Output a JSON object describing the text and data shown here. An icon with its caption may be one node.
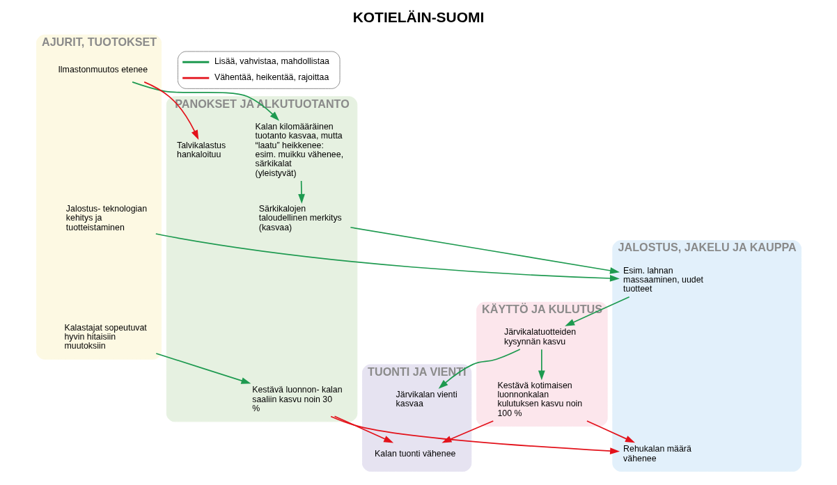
{
  "diagram": {
    "title": "KOTIELÄIN-SUOMI",
    "nodes": [
      {
        "text": [
          "AJURIT, TUOTOKSET"
        ]
      },
      {
        "text": [
          "Ilmastonmuutos etenee"
        ],
        "in": 0
      },
      {
        "text": [
          "Jalostus- teknologian kehitys ja tuotteistaminen"
        ],
        "in": 0
      },
      {
        "text": [
          "Kalastajat sopeutuvat hyvin hitaisiin muutoksiin"
        ],
        "in": 0
      },
      {
        "text": [
          "PANOKSET JA ALKUTUOTANTO"
        ]
      },
      {
        "text": [
          "Kalan kilomääräinen tuotanto kasvaa, mutta “laatu” heikkenee: esim. muikku vähenee, särkikalat (yleistyvät)"
        ],
        "in": 4
      },
      {
        "text": [
          "Särkikalojen taloudellinen merkitys (kasvaa)"
        ],
        "in": 4
      },
      {
        "text": [
          "Talvikalastus hankaloituu"
        ],
        "in": 4
      },
      {
        "text": [
          "Kestävä luonnon- kalan saaliin kasvu noin 30 %"
        ],
        "in": 4
      },
      {
        "text": [
          "JALOSTUS, JAKELU JA KAUPPA"
        ]
      },
      {
        "text": [
          "Esim. lahnan massaaminen, uudet tuotteet"
        ],
        "in": 9
      },
      {
        "text": [
          "Rehukalan määrä vähenee"
        ],
        "in": 9
      },
      {
        "text": [
          "KÄYTTÖ JA KULUTUS"
        ]
      },
      {
        "text": [
          "Järvikalatuotteiden kysynnän kasvu"
        ],
        "in": 12
      },
      {
        "text": [
          "Kestävä kotimaisen luonnonkalan kulutuksen kasvu noin 100 %"
        ],
        "in": 12
      },
      {
        "text": [
          "TUONTI JA VIENTI"
        ]
      },
      {
        "text": [
          "Järvikalan vienti kasvaa"
        ],
        "in": 15
      },
      {
        "text": [
          "Kalan tuonti vähenee"
        ],
        "in": 15
      }
    ],
    "edges": [
      {
        "from": 1,
        "to": 5,
        "arrow": "to"
      },
      {
        "from": 1,
        "to": 7,
        "arrow": "to",
        "color": "#e3121b"
      },
      {
        "from": 2,
        "to": 10,
        "arrow": "to"
      },
      {
        "from": 3,
        "to": 8,
        "arrow": "to"
      },
      {
        "from": 5,
        "to": 6,
        "arrow": "to"
      },
      {
        "from": 6,
        "to": 10,
        "arrow": "to"
      },
      {
        "from": 10,
        "to": 13,
        "arrow": "to"
      },
      {
        "from": 13,
        "to": 14,
        "arrow": "to"
      },
      {
        "from": 13,
        "to": 16,
        "arrow": "to"
      },
      {
        "from": 8,
        "to": 11,
        "arrow": "to",
        "color": "#e3121b"
      },
      {
        "from": 8,
        "to": 17,
        "arrow": "to",
        "color": "#e3121b"
      },
      {
        "from": 14,
        "to": 11,
        "arrow": "to",
        "color": "#e3121b"
      },
      {
        "from": 14,
        "to": 17,
        "arrow": "to",
        "color": "#e3121b"
      }
    ],
    "legend": [
      {
        "text": "Lisää, vahvistaa, mahdollistaa"
      },
      {
        "text": "Vähentää, heikentää, rajoittaa"
      }
    ]
  }
}
